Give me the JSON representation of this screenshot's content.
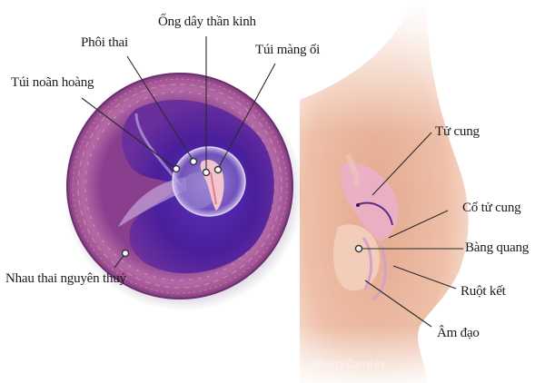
{
  "diagram": {
    "subject": "Early pregnancy anatomy",
    "labels": {
      "neural_tube": "Ống dây thần kinh",
      "embryo": "Phôi thai",
      "amniotic_sac": "Túi màng ối",
      "yolk_sac": "Túi noãn hoàng",
      "primitive_placenta": "Nhau thai nguyên thuỷ",
      "uterus": "Tử cung",
      "cervix": "Cổ tử cung",
      "bladder": "Bàng quang",
      "colon": "Ruột kết",
      "vagina": "Âm đạo"
    },
    "watermark": "BabyCenter",
    "colors": {
      "background": "#ffffff",
      "sac_outer": "#a05a98",
      "sac_inner": "#4a1f9a",
      "skin": "#e8b49c",
      "uterus_pink": "#eab0c8",
      "leader_line": "#2a2a2a"
    }
  }
}
